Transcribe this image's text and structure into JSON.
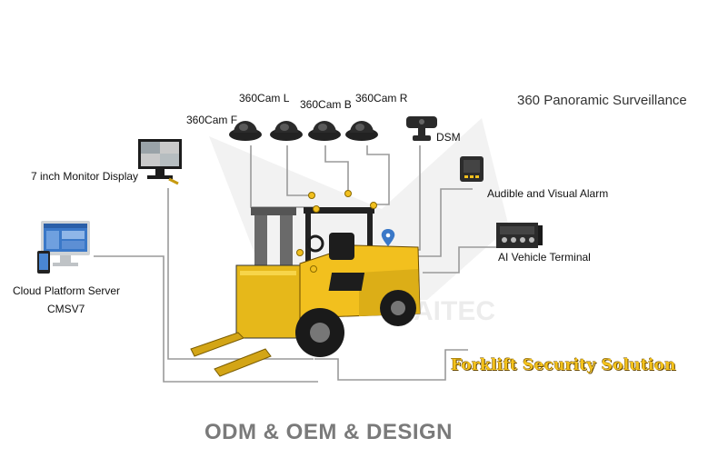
{
  "diagram": {
    "title": "360 Panoramic Surveillance",
    "solution_title": "Forklift Security Solution",
    "footer": "ODM & OEM & DESIGN",
    "watermark": "MAITEC",
    "devices": {
      "cam_f": "360Cam F",
      "cam_l": "360Cam L",
      "cam_b": "360Cam B",
      "cam_r": "360Cam R",
      "dsm": "DSM",
      "monitor": "7 inch Monitor Display",
      "alarm": "Audible and Visual Alarm",
      "terminal": "AI  Vehicle Terminal",
      "cloud_line1": "Cloud Platform Server",
      "cloud_line2": "CMSV7"
    }
  },
  "colors": {
    "forklift": "#f2c01e",
    "forklift_dark": "#1d1d1d",
    "line": "#9a9a9a",
    "accent_blue": "#3a78c8"
  }
}
